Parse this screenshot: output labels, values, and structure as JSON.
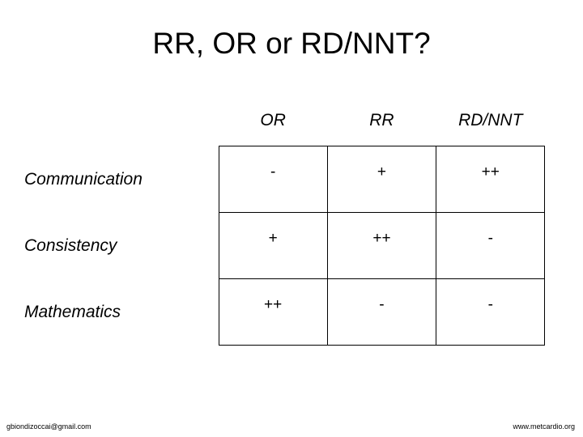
{
  "slide": {
    "title": "RR, OR or RD/NNT?"
  },
  "matrix": {
    "corner_label": "",
    "columns": [
      "OR",
      "RR",
      "RD/NNT"
    ],
    "rows": [
      {
        "label": "Communication",
        "values": [
          "-",
          "+",
          "++"
        ]
      },
      {
        "label": "Consistency",
        "values": [
          "+",
          "++",
          "-"
        ]
      },
      {
        "label": "Mathematics",
        "values": [
          "++",
          "-",
          "-"
        ]
      }
    ]
  },
  "footer": {
    "left": "gbiondizoccai@gmail.com",
    "right": "www.metcardio.org"
  },
  "colors": {
    "background": "#ffffff",
    "text": "#000000",
    "border": "#000000"
  }
}
